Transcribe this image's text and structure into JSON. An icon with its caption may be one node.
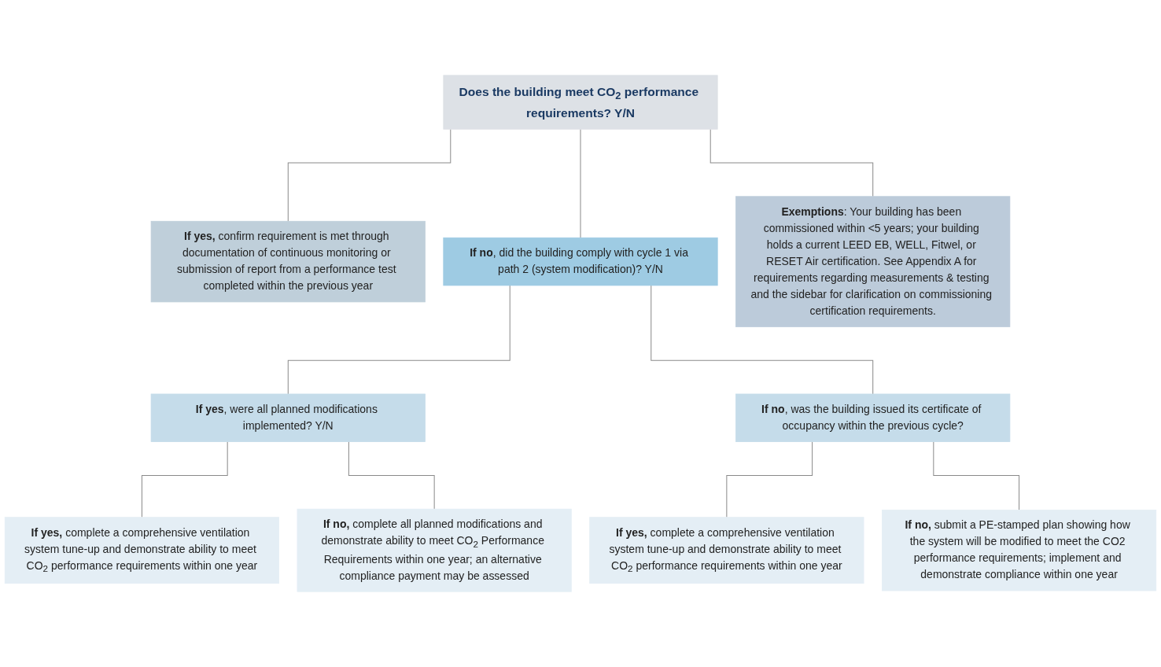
{
  "diagram": {
    "nodes": [
      {
        "text": [
          "Does the building meet CO$_{2}$ performance requirements? Y/N"
        ]
      },
      {
        "text": [
          "**If yes,** confirm requirement is met through documentation of continuous monitoring or submission of report from a performance test completed within the previous year"
        ]
      },
      {
        "text": [
          "**If no**, did the building comply with cycle 1 via path 2 (system modification)? Y/N"
        ]
      },
      {
        "text": [
          "**Exemptions**: Your building has been commissioned within <5 years; your building holds a current LEED EB, WELL, Fitwel, or RESET Air certification. See Appendix A for requirements regarding measurements & testing and the sidebar for clarification on commissioning certification requirements."
        ]
      },
      {
        "text": [
          "**If yes**, were all planned modifications implemented? Y/N"
        ]
      },
      {
        "text": [
          "**If no**, was the building issued its certificate of occupancy within the previous cycle?"
        ]
      },
      {
        "text": [
          "**If yes,** complete a comprehensive ventilation system tune-up and demonstrate ability to meet CO$_{2}$ performance requirements within one year"
        ]
      },
      {
        "text": [
          "**If no,** complete all planned modifications and demonstrate ability to meet CO$_{2}$ Performance Requirements within one year; an alternative compliance payment may be assessed"
        ]
      },
      {
        "text": [
          "**If yes,** complete a comprehensive ventilation system tune-up and demonstrate ability to meet CO$_{2}$ performance requirements within one year"
        ]
      },
      {
        "text": [
          "**If no,** submit a PE-stamped plan showing how the system will be modified to meet the CO2 performance requirements; implement and demonstrate compliance within one year"
        ]
      }
    ],
    "edges": [
      {
        "from": 0,
        "to": 1,
        "arrow": "none"
      },
      {
        "from": 0,
        "to": 2,
        "arrow": "none"
      },
      {
        "from": 0,
        "to": 3,
        "arrow": "none"
      },
      {
        "from": 2,
        "to": 4,
        "arrow": "none"
      },
      {
        "from": 2,
        "to": 5,
        "arrow": "none"
      },
      {
        "from": 4,
        "to": 6,
        "arrow": "none"
      },
      {
        "from": 4,
        "to": 7,
        "arrow": "none"
      },
      {
        "from": 5,
        "to": 8,
        "arrow": "none"
      },
      {
        "from": 5,
        "to": 9,
        "arrow": "none"
      }
    ]
  }
}
